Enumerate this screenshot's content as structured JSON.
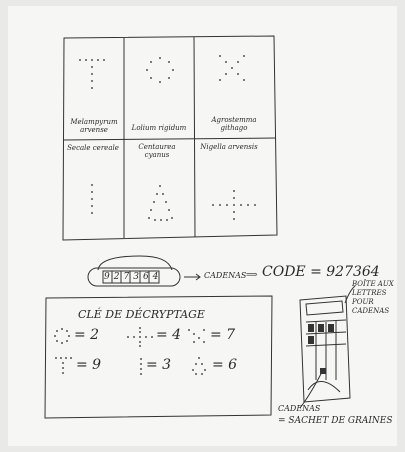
{
  "grid": {
    "top_row": [
      {
        "label": "Melampyrum arvense",
        "symbol": "t-dotted-icon"
      },
      {
        "label": "Lolium rigidum",
        "symbol": "circle-dotted-icon"
      },
      {
        "label": "Agrostemma githago",
        "symbol": "x-dotted-icon"
      }
    ],
    "bottom_row": [
      {
        "label": "Secale cereale",
        "symbol": "line-dotted-icon"
      },
      {
        "label": "Centaurea cyanus",
        "symbol": "triangle-dotted-icon"
      },
      {
        "label": "Nigella arvensis",
        "symbol": "plus-dotted-icon"
      }
    ]
  },
  "padlock": {
    "digits": [
      "9",
      "2",
      "7",
      "3",
      "6",
      "4"
    ],
    "arrow_text": "CADENAS",
    "code_text": "CODE = 927364"
  },
  "key": {
    "title": "CLÉ DE DÉCRYPTAGE",
    "rows": [
      [
        {
          "symbol": "circle-dotted-icon",
          "value": "= 2"
        },
        {
          "symbol": "plus-dotted-icon",
          "value": "= 4"
        },
        {
          "symbol": "x-dotted-icon",
          "value": "= 7"
        }
      ],
      [
        {
          "symbol": "t-dotted-icon",
          "value": "= 9"
        },
        {
          "symbol": "line-dotted-icon",
          "value": "= 3"
        },
        {
          "symbol": "triangle-dotted-icon",
          "value": "= 6"
        }
      ]
    ]
  },
  "box": {
    "top_note": "BOÎTE AUX LETTRES POUR CADENAS",
    "bottom_note_1": "CADENAS",
    "bottom_note_2": "= SACHET DE GRAINES"
  }
}
